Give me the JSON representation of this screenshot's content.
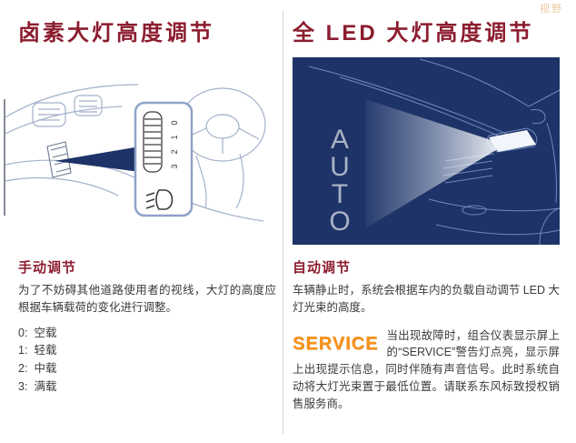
{
  "page": {
    "header_tag": "视野"
  },
  "left_column": {
    "title": "卤素大灯高度调节",
    "subtitle": "手动调节",
    "body": "为了不妨碍其他道路使用者的视线，大灯的高度应根据车辆载荷的变化进行调整。",
    "levels": [
      {
        "value": "0:",
        "label": "空载"
      },
      {
        "value": "1:",
        "label": "轻载"
      },
      {
        "value": "2:",
        "label": "中载"
      },
      {
        "value": "3:",
        "label": "满载"
      }
    ],
    "dial_marks": [
      "0",
      "1",
      "2",
      "3"
    ]
  },
  "right_column": {
    "title": "全 LED 大灯高度调节",
    "subtitle": "自动调节",
    "body": "车辆静止时，系统会根据车内的负载自动调节 LED 大灯光束的高度。",
    "auto_letters": [
      "A",
      "U",
      "T",
      "O"
    ],
    "service_badge": "SERVICE",
    "service_text": "当出现故障时，组合仪表显示屏上的“SERVICE”警告灯点亮，显示屏上出现提示信息，同时伴随有声音信号。此时系统自动将大灯光束置于最低位置。请联系东风标致授权销售服务商。"
  },
  "colors": {
    "title_red": "#8c1d2f",
    "service_orange": "#f7941e",
    "panel_navy": "#1e3367",
    "body_text": "#3b3b3d"
  }
}
